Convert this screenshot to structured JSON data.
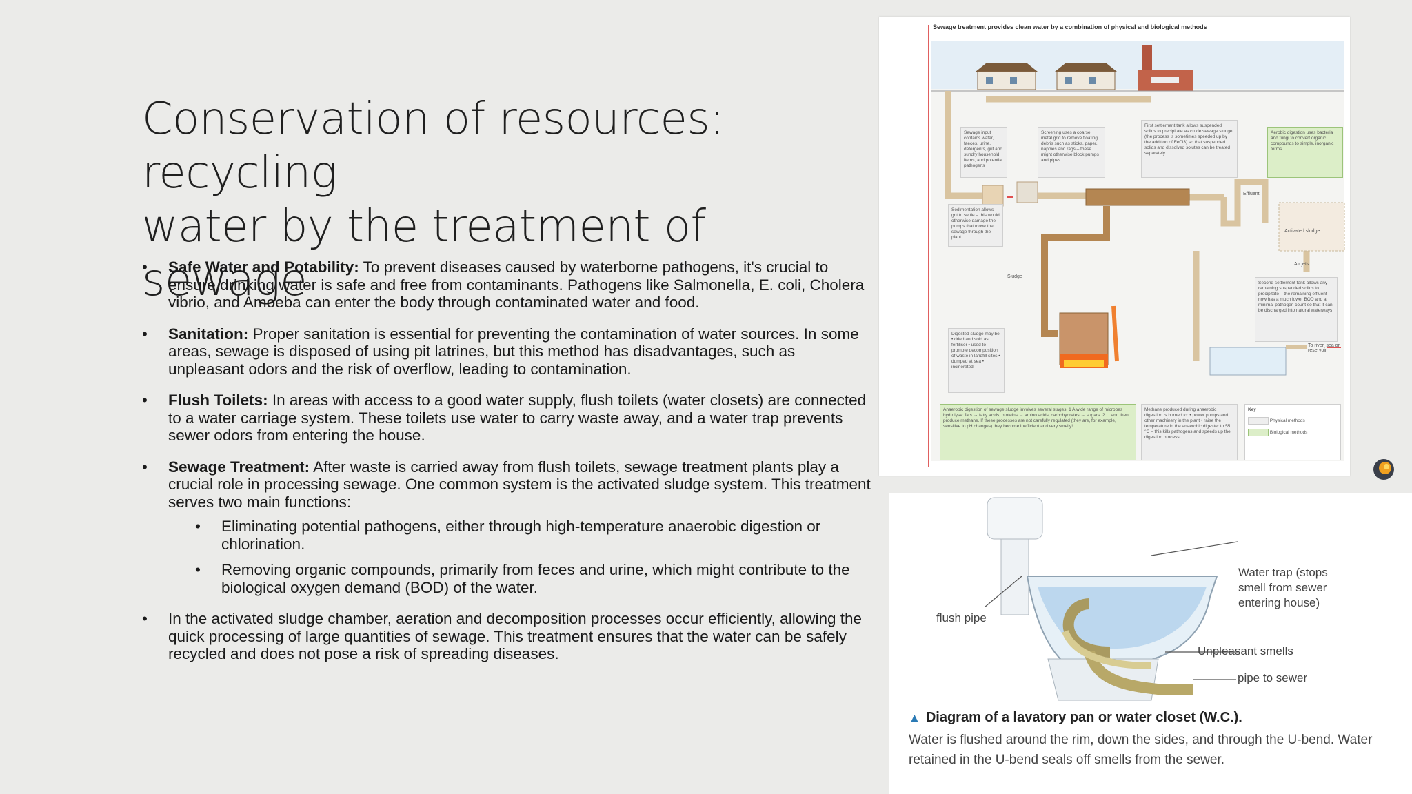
{
  "slide": {
    "title_line1": "Conservation of resources: recycling",
    "title_line2": "water by the treatment of sewage",
    "bullets": [
      {
        "bold": "Safe Water and Potability:",
        "text": " To prevent diseases caused by waterborne pathogens, it's crucial to ensure drinking water is safe and free from contaminants. Pathogens like Salmonella, E. coli, Cholera vibrio, and Amoeba can enter the body through contaminated water and food."
      },
      {
        "bold": "Sanitation:",
        "text": " Proper sanitation is essential for preventing the contamination of water sources. In some areas, sewage is disposed of using pit latrines, but this method has disadvantages, such as unpleasant odors and the risk of overflow, leading to contamination."
      },
      {
        "bold": "Flush Toilets:",
        "text": " In areas with access to a good water supply, flush toilets (water closets) are connected to a water carriage system. These toilets use water to carry waste away, and a water trap prevents sewer odors from entering the house."
      },
      {
        "bold": "Sewage Treatment:",
        "text": " After waste is carried away from flush toilets, sewage treatment plants play a crucial role in processing sewage. One common system is the activated sludge system. This treatment serves two main functions:"
      },
      {
        "bold": "",
        "text": "In the activated sludge chamber, aeration and decomposition processes occur efficiently, allowing the quick processing of large quantities of sewage. This treatment ensures that the water can be safely recycled and does not pose a risk of spreading diseases."
      }
    ],
    "sub_bullets": [
      "Eliminating potential pathogens, either through high-temperature anaerobic digestion or chlorination.",
      "Removing organic compounds, primarily from feces and urine, which might contribute to the biological oxygen demand (BOD) of the water."
    ]
  },
  "sewage_figure": {
    "caption": "Sewage treatment provides clean water by a combination of physical and biological methods",
    "boxes": {
      "sewage_input": "Sewage input contains water, faeces, urine, detergents, grit and sundry household items, and potential pathogens",
      "screening": "Screening uses a coarse metal grid to remove floating debris such as sticks, paper, nappies and rags – these might otherwise block pumps and pipes",
      "first_settlement": "First settlement tank allows suspended solids to precipitate as crude sewage sludge (the process is sometimes speeded up by the addition of FeCl3) so that suspended solids and dissolved solutes can be treated separately",
      "aerobic_digestion": "Aerobic digestion uses bacteria and fungi to convert organic compounds to simple, inorganic forms",
      "sedimentation": "Sedimentation allows grit to settle – this would otherwise damage the pumps that move the sewage through the plant",
      "second_settlement": "Second settlement tank allows any remaining suspended solids to precipitate – the remaining effluent now has a much lower BOD and a minimal pathogen count so that it can be discharged into natural waterways",
      "digested_sludge": "Digested sludge may be: • dried and sold as fertiliser • used to promote decomposition of waste in landfill sites • dumped at sea • incinerated",
      "anaerobic": "Anaerobic digestion of sewage sludge involves several stages: 1 A wide range of microbes hydrolyse: fats → fatty acids, proteins → amino acids, carbohydrates → sugars. 2 ... and then produce methane. If these processes are not carefully regulated (they are, for example, sensitive to pH changes) they become inefficient and very smelly!",
      "methane": "Methane produced during anaerobic digestion is burned to: • power pumps and other machinery in the plant • raise the temperature in the anaerobic digester to 55 °C – this kills pathogens and speeds up the digestion process",
      "key_title": "Key",
      "key_physical": "Physical methods",
      "key_biological": "Biological methods"
    },
    "labels": {
      "effluent": "Effluent",
      "activated_sludge": "Activated sludge",
      "air_jets": "Air jets",
      "sludge": "Sludge",
      "to_rivers": "To river, sea or reservoir"
    }
  },
  "toilet_figure": {
    "label_flush_pipe": "flush pipe",
    "label_water_trap_1": "Water trap (stops",
    "label_water_trap_2": "smell from sewer",
    "label_water_trap_3": "entering house)",
    "label_unpleasant": "Unpleasant smells",
    "label_pipe_sewer": "pipe to sewer",
    "caption_title": "Diagram of a lavatory pan or water closet (W.C.).",
    "caption_text": "Water is flushed around the rim, down the sides, and through the U-bend. Water retained in the U-bend seals off smells from the sewer."
  },
  "colors": {
    "background": "#ebebe9",
    "pipe": "#d9b98a",
    "sludge": "#b48652",
    "biological_green": "#dceec8",
    "trap": "#c8b98a"
  }
}
